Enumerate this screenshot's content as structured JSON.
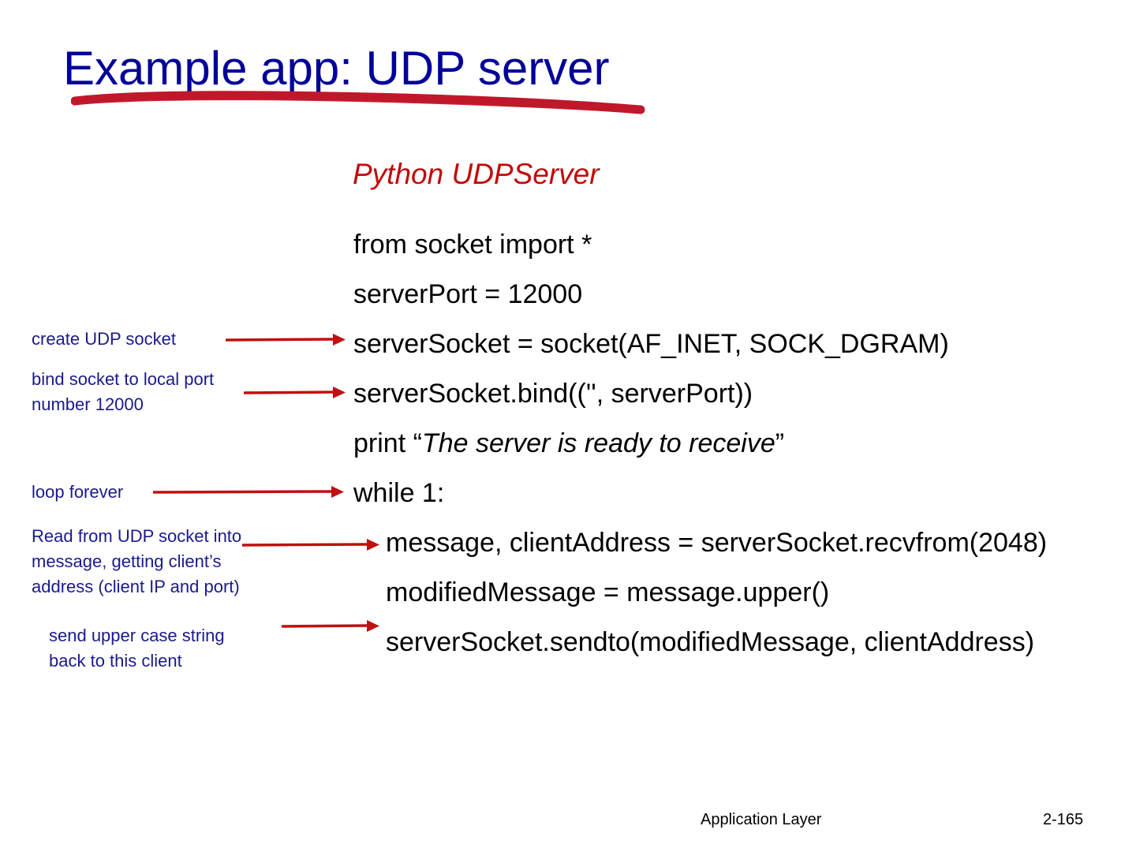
{
  "slide": {
    "title": "Example app: UDP server",
    "title_color": "#000099",
    "underline_color": "#C0182A",
    "background": "#FFFFFF"
  },
  "code": {
    "heading": "Python UDPServer",
    "heading_color": "#C00A0A",
    "text_color": "#000000",
    "lines": [
      {
        "text": "from socket import *",
        "indent": false,
        "italic_part": ""
      },
      {
        "text": "serverPort = 12000",
        "indent": false,
        "italic_part": ""
      },
      {
        "text": "serverSocket = socket(AF_INET, SOCK_DGRAM)",
        "indent": false,
        "italic_part": ""
      },
      {
        "text": "serverSocket.bind(('', serverPort))",
        "indent": false,
        "italic_part": ""
      },
      {
        "text": "print “The server is ready to receive”",
        "indent": false,
        "italic_part": "The server is ready to receive"
      },
      {
        "text": "while 1:",
        "indent": false,
        "italic_part": ""
      },
      {
        "text": "message, clientAddress = serverSocket.recvfrom(2048)",
        "indent": true,
        "italic_part": ""
      },
      {
        "text": "modifiedMessage = message.upper()",
        "indent": true,
        "italic_part": ""
      },
      {
        "text": "serverSocket.sendto(modifiedMessage, clientAddress)",
        "indent": true,
        "italic_part": ""
      }
    ],
    "print_prefix": "print “",
    "print_italic": "The server is ready to receive",
    "print_suffix": "”"
  },
  "annotations": {
    "color": "#1A1A8C",
    "arrow_color": "#BF1111",
    "items": [
      {
        "label": "create UDP socket"
      },
      {
        "label": "bind socket to local port\nnumber 12000"
      },
      {
        "label": "loop forever"
      },
      {
        "label": "Read from UDP socket into\nmessage, getting client’s\naddress (client IP and port)"
      },
      {
        "label": "send upper case string\nback to this client"
      }
    ]
  },
  "footer": {
    "left": "Application Layer",
    "right": "2-165"
  }
}
